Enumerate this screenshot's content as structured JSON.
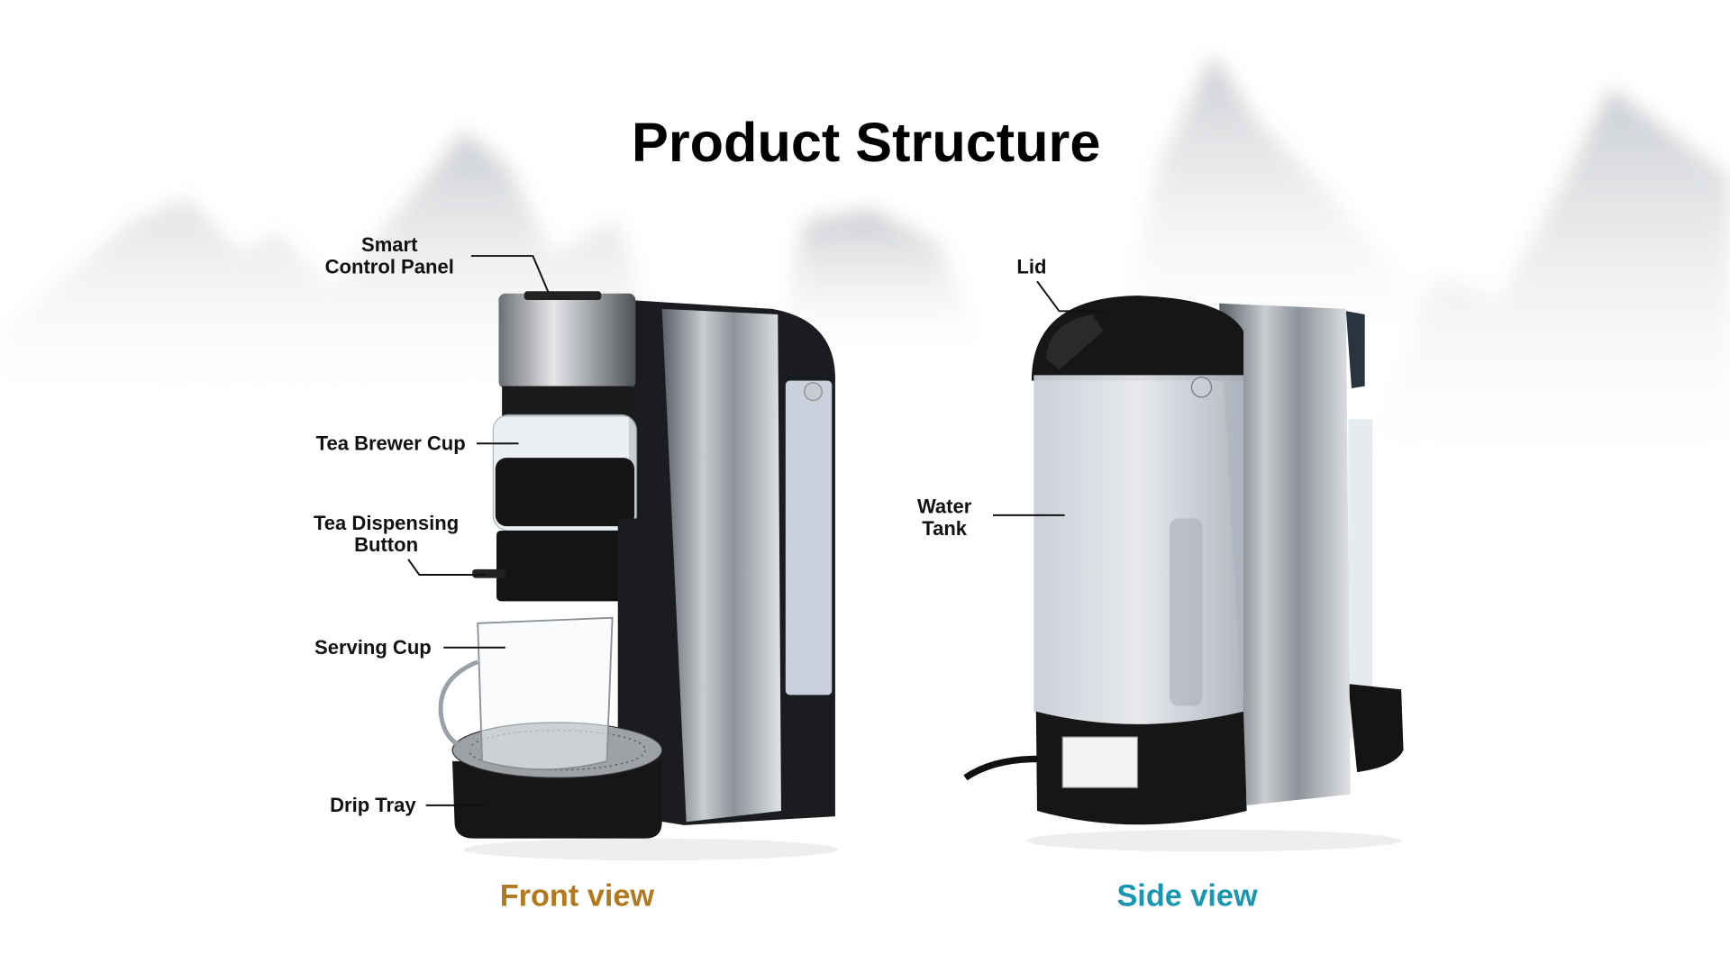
{
  "title": "Product Structure",
  "labels": {
    "smart_control_panel": [
      "Smart",
      "Control Panel"
    ],
    "tea_brewer_cup": "Tea Brewer Cup",
    "tea_dispensing_button": [
      "Tea Dispensing",
      "Button"
    ],
    "serving_cup": "Serving Cup",
    "drip_tray": "Drip Tray",
    "lid": "Lid",
    "water_tank": [
      "Water",
      "Tank"
    ]
  },
  "views": {
    "front": {
      "label": "Front view",
      "color": "#b27a1e"
    },
    "side": {
      "label": "Side view",
      "color": "#1a97b0"
    }
  }
}
